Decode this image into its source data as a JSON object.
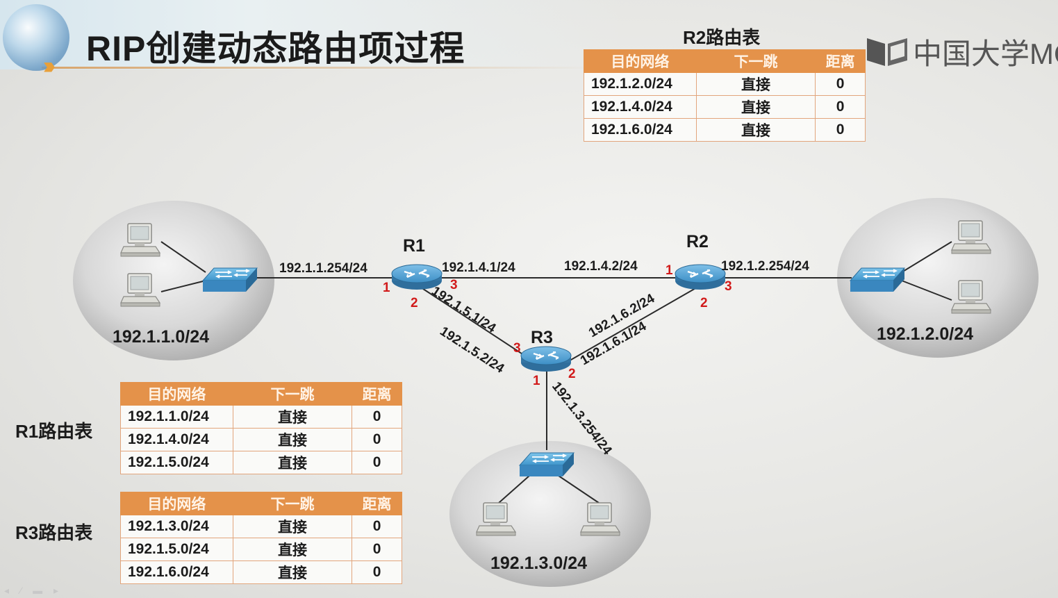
{
  "title": "RIP创建动态路由项过程",
  "logo_text": "中国大学MO",
  "colors": {
    "table_header": "#e4924a",
    "port_number": "#d11a1a"
  },
  "table_headers": [
    "目的网络",
    "下一跳",
    "距离"
  ],
  "routers": [
    {
      "name": "R1"
    },
    {
      "name": "R2"
    },
    {
      "name": "R3"
    }
  ],
  "networks": [
    {
      "label": "192.1.1.0/24"
    },
    {
      "label": "192.1.2.0/24"
    },
    {
      "label": "192.1.3.0/24"
    }
  ],
  "links": {
    "lan1_r1": "192.1.1.254/24",
    "r1_r2_left": "192.1.4.1/24",
    "r1_r2_right": "192.1.4.2/24",
    "r2_lan2": "192.1.2.254/24",
    "r1_r3_a": "192.1.5.1/24",
    "r1_r3_b": "192.1.5.2/24",
    "r2_r3_a": "192.1.6.2/24",
    "r2_r3_b": "192.1.6.1/24",
    "r3_lan3": "192.1.3.254/24"
  },
  "ports": {
    "r1_1": "1",
    "r1_2": "2",
    "r1_3": "3",
    "r2_1": "1",
    "r2_2": "2",
    "r2_3": "3",
    "r3_1": "1",
    "r3_2": "2",
    "r3_3": "3"
  },
  "tables": {
    "r2": {
      "title": "R2路由表",
      "rows": [
        [
          "192.1.2.0/24",
          "直接",
          "0"
        ],
        [
          "192.1.4.0/24",
          "直接",
          "0"
        ],
        [
          "192.1.6.0/24",
          "直接",
          "0"
        ]
      ]
    },
    "r1": {
      "title": "R1路由表",
      "rows": [
        [
          "192.1.1.0/24",
          "直接",
          "0"
        ],
        [
          "192.1.4.0/24",
          "直接",
          "0"
        ],
        [
          "192.1.5.0/24",
          "直接",
          "0"
        ]
      ]
    },
    "r3": {
      "title": "R3路由表",
      "rows": [
        [
          "192.1.3.0/24",
          "直接",
          "0"
        ],
        [
          "192.1.5.0/24",
          "直接",
          "0"
        ],
        [
          "192.1.6.0/24",
          "直接",
          "0"
        ]
      ]
    }
  }
}
